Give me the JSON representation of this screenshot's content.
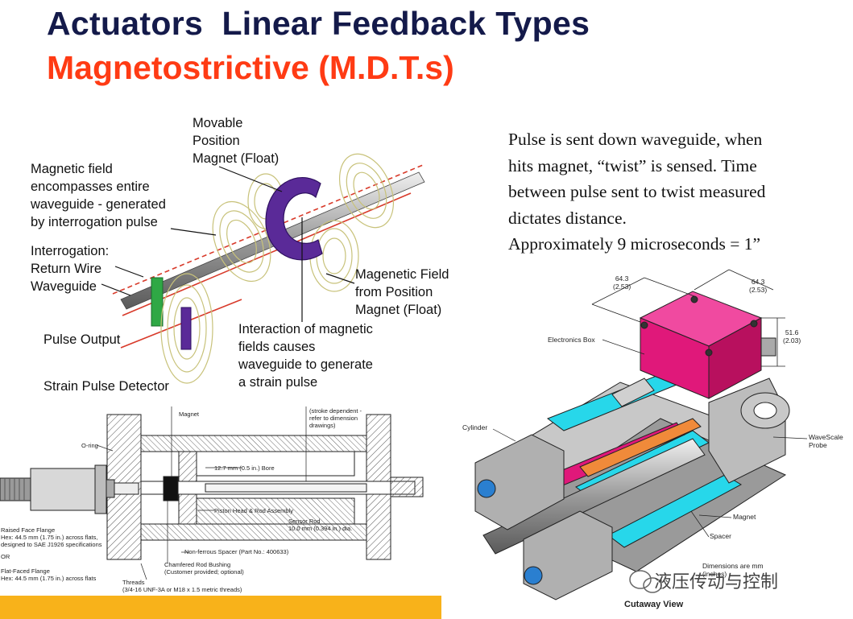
{
  "title": {
    "line1": "Actuators  Linear Feedback Types",
    "line2": "Magnetostrictive (M.D.T.s)"
  },
  "description": {
    "lines": [
      "Pulse is sent down waveguide, when",
      "hits magnet, “twist” is sensed.  Time",
      "between pulse sent to twist measured",
      "dictates distance.",
      "Approximately 9 microseconds = 1”"
    ]
  },
  "principle_diagram": {
    "movable_magnet": [
      "Movable",
      "Position",
      "Magnet (Float)"
    ],
    "magnetic_field": [
      "Magnetic field",
      "encompasses entire",
      "waveguide - generated",
      "by interrogation pulse"
    ],
    "interrogation": [
      "Interrogation:",
      "Return Wire",
      "Waveguide"
    ],
    "pulse_output": "Pulse Output",
    "strain_detector": "Strain Pulse Detector",
    "field_from_magnet": [
      "Magenetic Field",
      "from Position",
      "Magnet (Float)"
    ],
    "interaction": [
      "Interaction of magnetic",
      "fields causes",
      "waveguide to generate",
      "a strain pulse"
    ]
  },
  "section_drawing": {
    "magnet": "Magnet",
    "stroke_note": [
      "(stroke dependent -",
      "refer to dimension",
      "drawings)"
    ],
    "o_ring": "O-ring",
    "bore": "12.7 mm (0.5 in.) Bore",
    "piston_head": "Piston Head & Rod Assembly",
    "sensor_rod": [
      "Sensor Rod",
      "10.0 mm (0.394 in.) dia."
    ],
    "spacer": "Non-ferrous Spacer (Part No.: 400633)",
    "bushing": [
      "Chamfered Rod Bushing",
      "(Customer provided; optional)"
    ],
    "threads": [
      "Threads",
      "(3/4-16 UNF-3A or M18 x 1.5 metric threads)"
    ],
    "raised_flange": [
      "Raised Face Flange",
      "Hex: 44.5 mm (1.75 in.) across flats,",
      "designed to SAE J1926 specifications"
    ],
    "or": "OR",
    "flat_flange": [
      "Flat-Faced Flange",
      "Hex: 44.5 mm (1.75 in.) across flats"
    ]
  },
  "cutaway": {
    "dim1": [
      "64.3",
      "(2.53)"
    ],
    "dim2": [
      "64.3",
      "(2.53)"
    ],
    "dim3": [
      "51.6",
      "(2.03)"
    ],
    "electronics_box": "Electronics Box",
    "cylinder": "Cylinder",
    "probe": [
      "WaveScale",
      "Probe"
    ],
    "magnet": "Magnet",
    "spacer": "Spacer",
    "dimensions": [
      "Dimensions are mm",
      "(inches)"
    ],
    "caption": "Cutaway View"
  },
  "watermark": "液压传动与控制",
  "colors": {
    "title_navy": "#141a4a",
    "title_red": "#ff3b14",
    "accent_bar": "#f8b21a",
    "electronics_box": "#e0187a",
    "magnet_purple": "#5a2a98",
    "cyan": "#27d7ea"
  }
}
